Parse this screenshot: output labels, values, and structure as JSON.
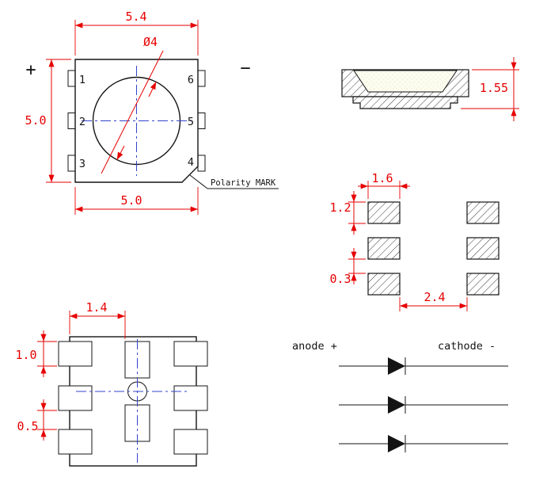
{
  "colors": {
    "dimension_red": "#e60000",
    "outline_black": "#141414",
    "centerline_blue": "#3344cc"
  },
  "top_view": {
    "polarity_plus": "+",
    "polarity_minus": "−",
    "dim_body_width_top": "5.4",
    "dim_body_height": "5.0",
    "dim_body_width_bottom": "5.0",
    "dim_lens_diameter": "Ø4",
    "pins": {
      "p1": "1",
      "p2": "2",
      "p3": "3",
      "p4": "4",
      "p5": "5",
      "p6": "6"
    },
    "polarity_mark_label": "Polarity MARK"
  },
  "side_view": {
    "dim_height": "1.55"
  },
  "solder_pads": {
    "dim_pad_width": "1.6",
    "dim_pad_height": "1.2",
    "dim_row_gap": "0.3",
    "dim_column_gap": "2.4"
  },
  "bottom_view": {
    "dim_pad_width": "1.4",
    "dim_pad_height": "1.0",
    "dim_pad_gap": "0.5"
  },
  "circuit": {
    "anode_label": "anode +",
    "cathode_label": "cathode -"
  }
}
